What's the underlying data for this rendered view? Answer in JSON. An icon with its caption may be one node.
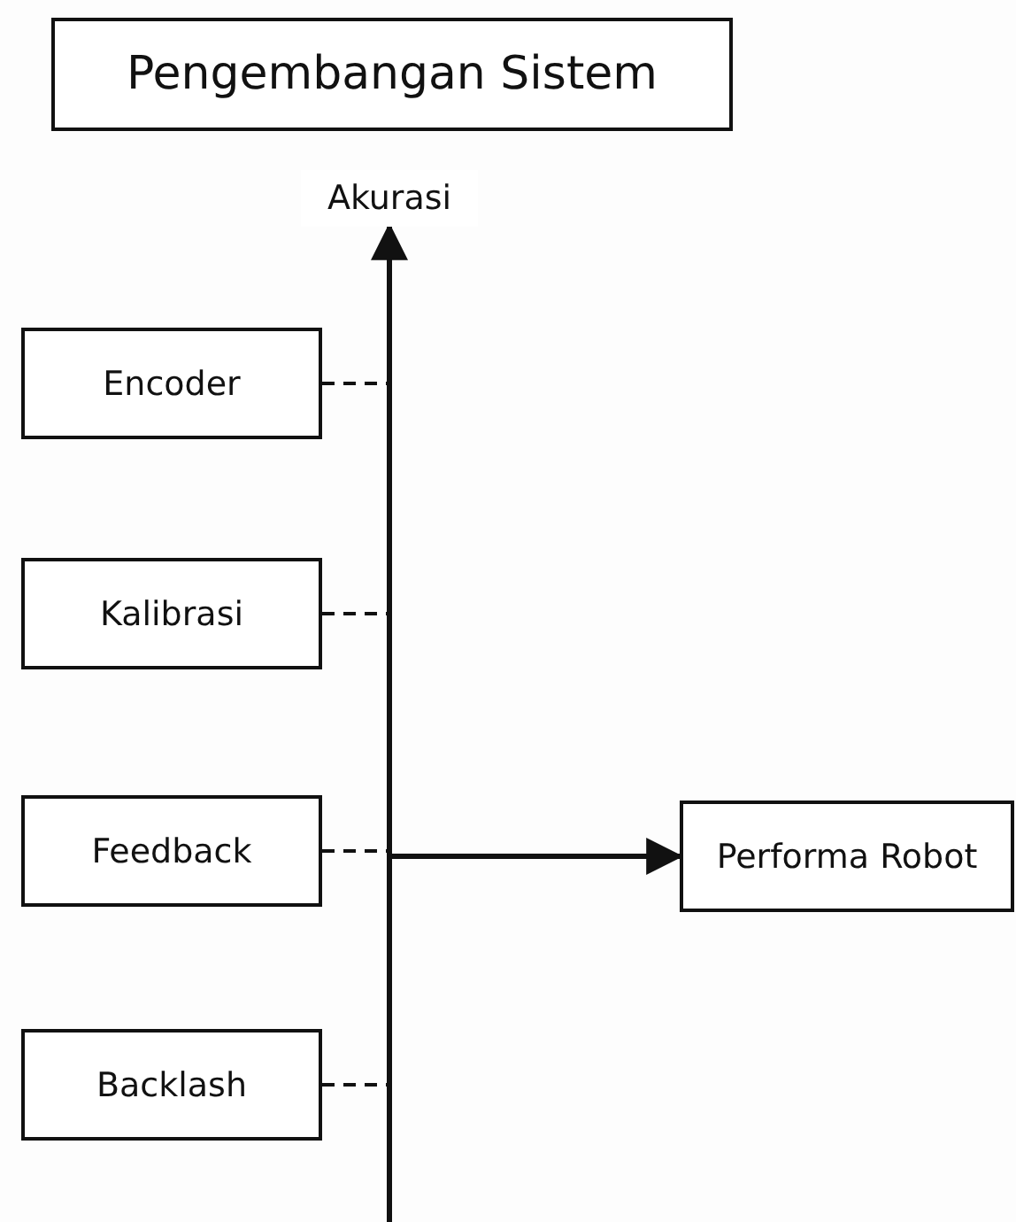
{
  "diagram": {
    "nodes": [
      {
        "text": [
          "Pengembangan Sistem"
        ]
      },
      {
        "text": [
          "Akurasi"
        ]
      },
      {
        "text": [
          "Encoder"
        ]
      },
      {
        "text": [
          "Kalibrasi"
        ]
      },
      {
        "text": [
          "Feedback"
        ]
      },
      {
        "text": [
          "Backlash"
        ]
      },
      {
        "text": [
          "Performa Robot"
        ]
      }
    ],
    "edges": [
      {
        "from": null,
        "to": 1,
        "arrow": "to"
      },
      {
        "from": 2,
        "to": null,
        "arrow": "none",
        "style": "dashed"
      },
      {
        "from": 3,
        "to": null,
        "arrow": "none",
        "style": "dashed"
      },
      {
        "from": 4,
        "to": null,
        "arrow": "none",
        "style": "dashed"
      },
      {
        "from": 5,
        "to": null,
        "arrow": "none",
        "style": "dashed"
      },
      {
        "from": null,
        "to": 6,
        "arrow": "to"
      }
    ]
  }
}
